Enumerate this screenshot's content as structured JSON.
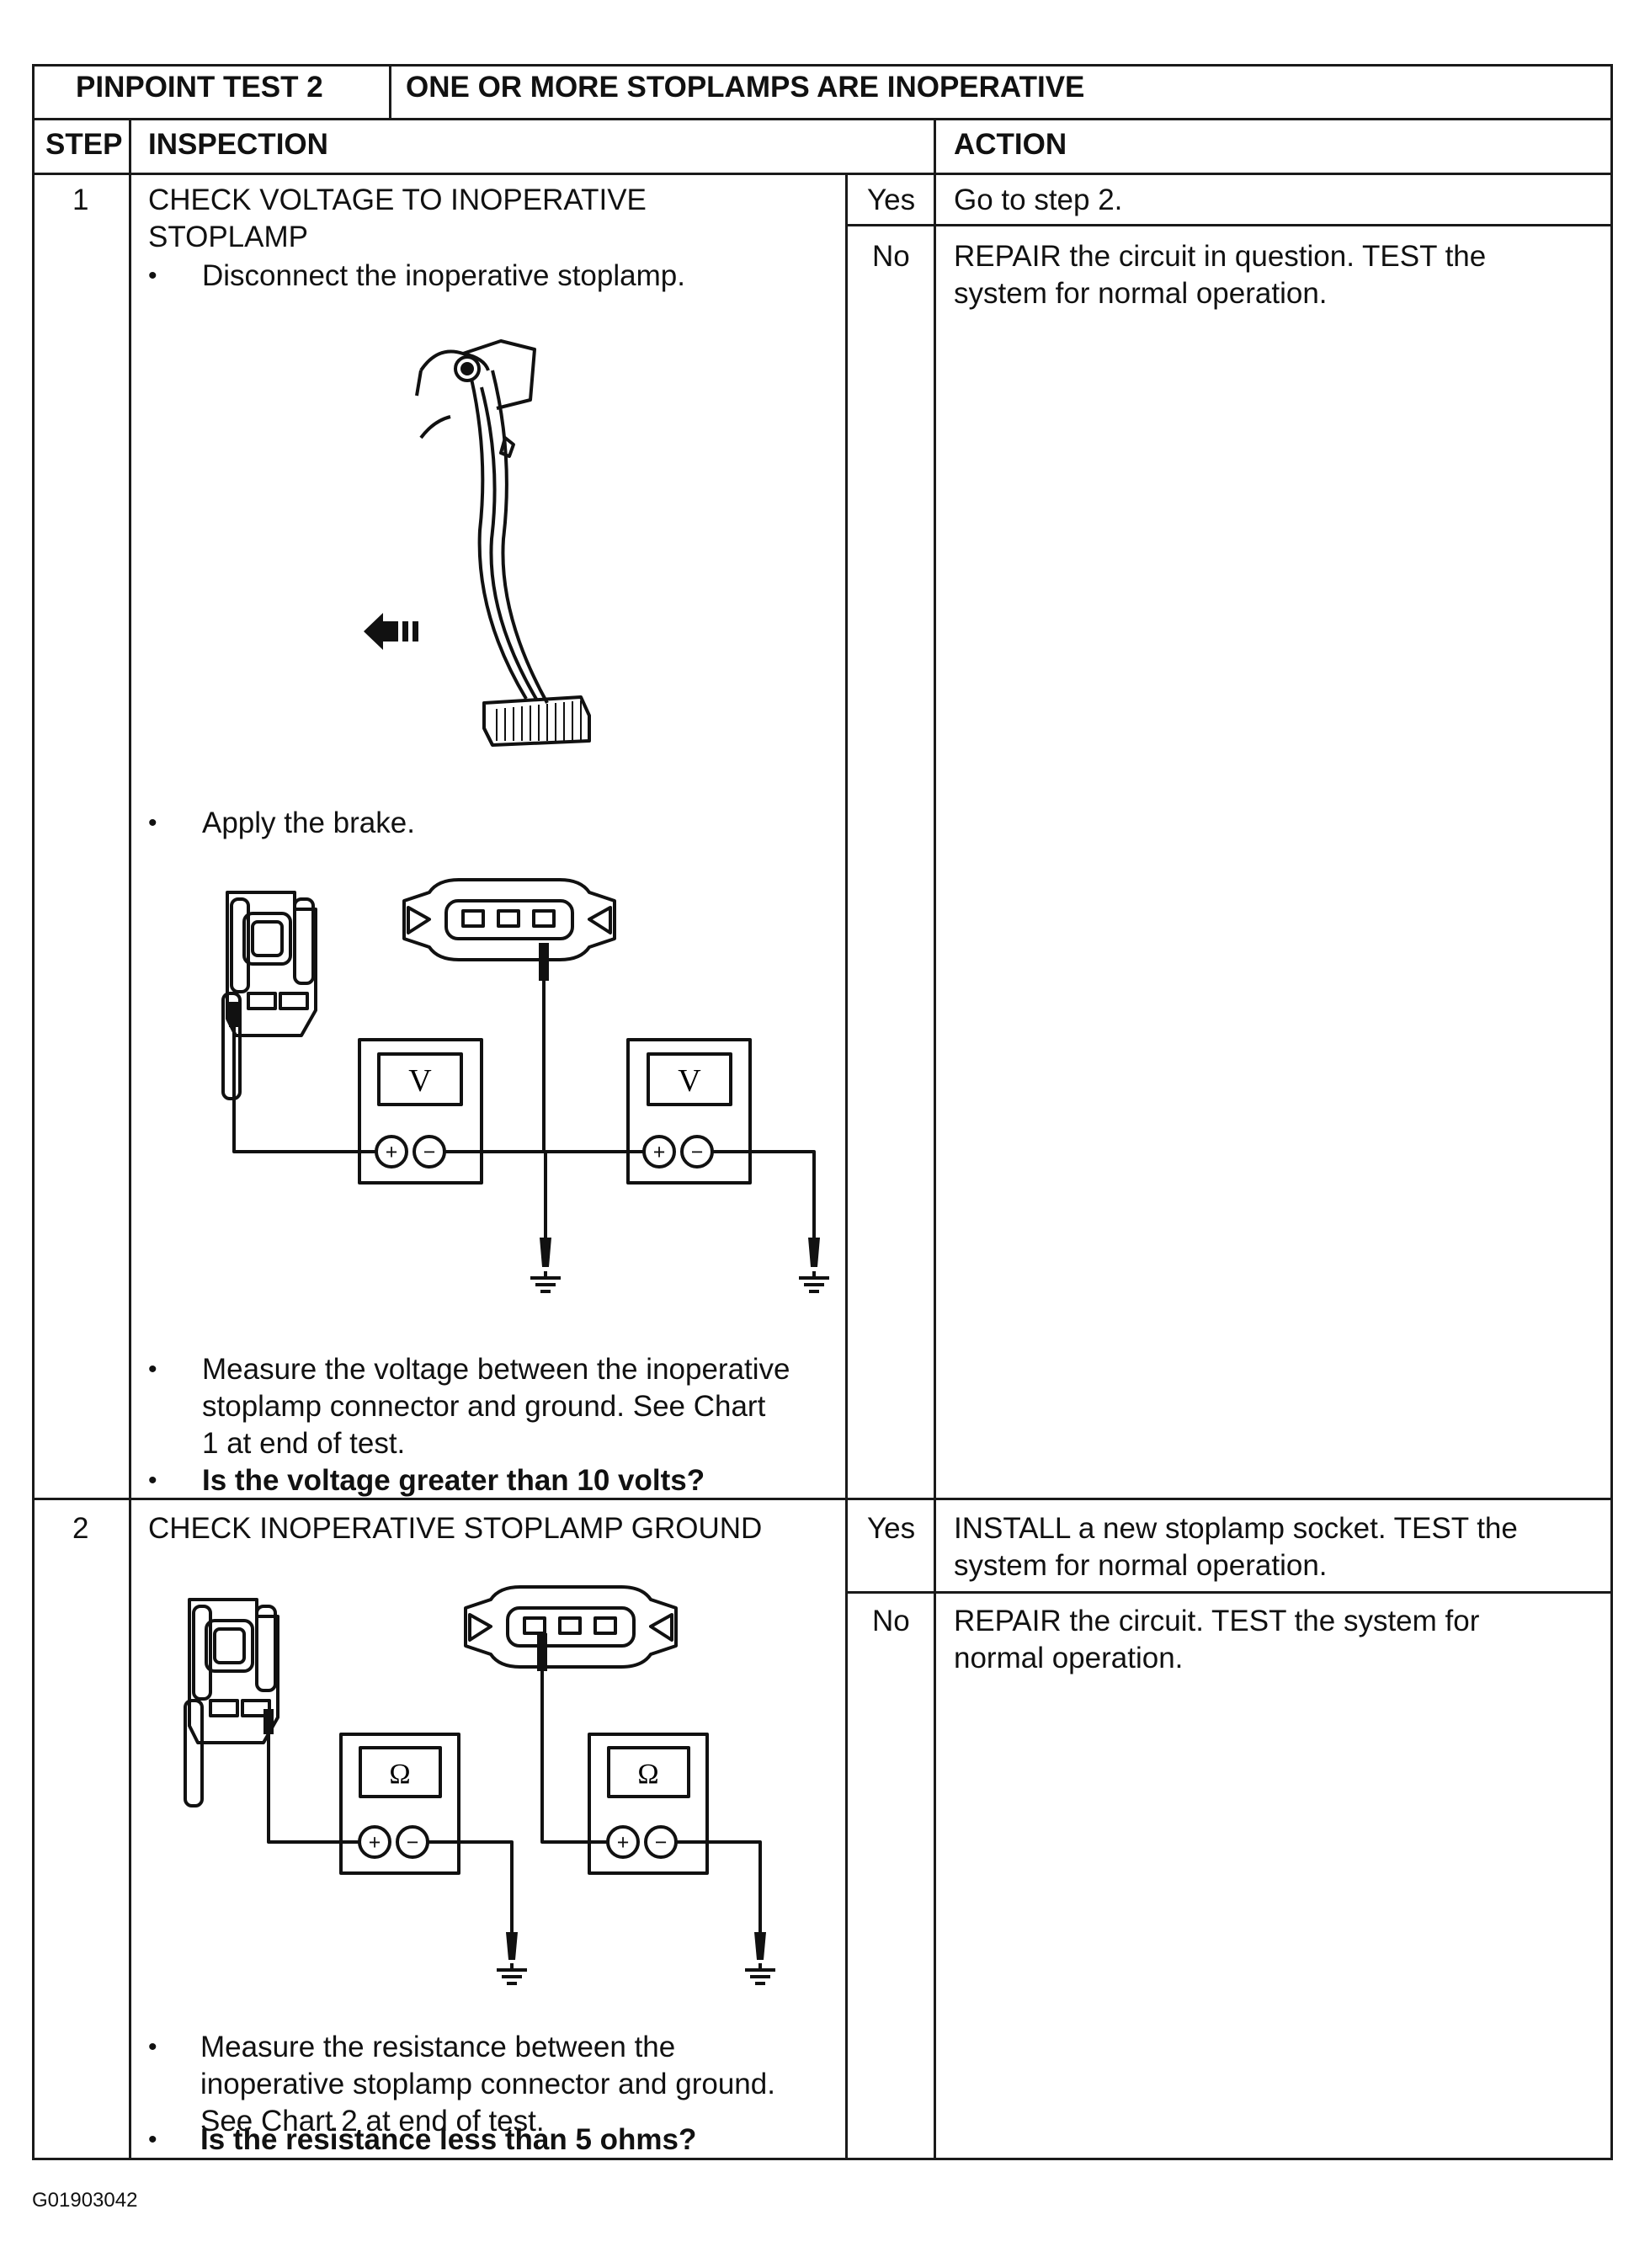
{
  "header": {
    "test_id": "PINPOINT TEST 2",
    "test_title": "ONE OR MORE STOPLAMPS ARE INOPERATIVE"
  },
  "columns": {
    "step": "STEP",
    "inspection": "INSPECTION",
    "action": "ACTION"
  },
  "steps": [
    {
      "number": "1",
      "title_line1": "CHECK VOLTAGE TO INOPERATIVE",
      "title_line2": "STOPLAMP",
      "bullet1": "Disconnect the inoperative stoplamp.",
      "bullet2": "Apply the brake.",
      "bullet3_lines": [
        "Measure the voltage between the inoperative",
        "stoplamp connector and ground.  See Chart",
        "1 at end of test."
      ],
      "question": "Is the voltage greater than 10 volts?",
      "meter_symbol": "V",
      "results": [
        {
          "answer": "Yes",
          "action_lines": [
            "Go to step 2."
          ]
        },
        {
          "answer": "No",
          "action_lines": [
            "REPAIR the circuit in question.  TEST the",
            "system for normal operation."
          ]
        }
      ]
    },
    {
      "number": "2",
      "title_line1": "CHECK INOPERATIVE STOPLAMP GROUND",
      "bullet3_lines": [
        "Measure the resistance between the",
        "inoperative stoplamp connector and ground.",
        "See Chart 2 at end of test."
      ],
      "question": "Is the resistance less than 5 ohms?",
      "meter_symbol": "Ω",
      "results": [
        {
          "answer": "Yes",
          "action_lines": [
            "INSTALL a new stoplamp socket.  TEST the",
            "system for normal operation."
          ]
        },
        {
          "answer": "No",
          "action_lines": [
            "REPAIR the circuit.  TEST the system for",
            "normal operation."
          ]
        }
      ]
    }
  ],
  "figure_code": "G01903042"
}
